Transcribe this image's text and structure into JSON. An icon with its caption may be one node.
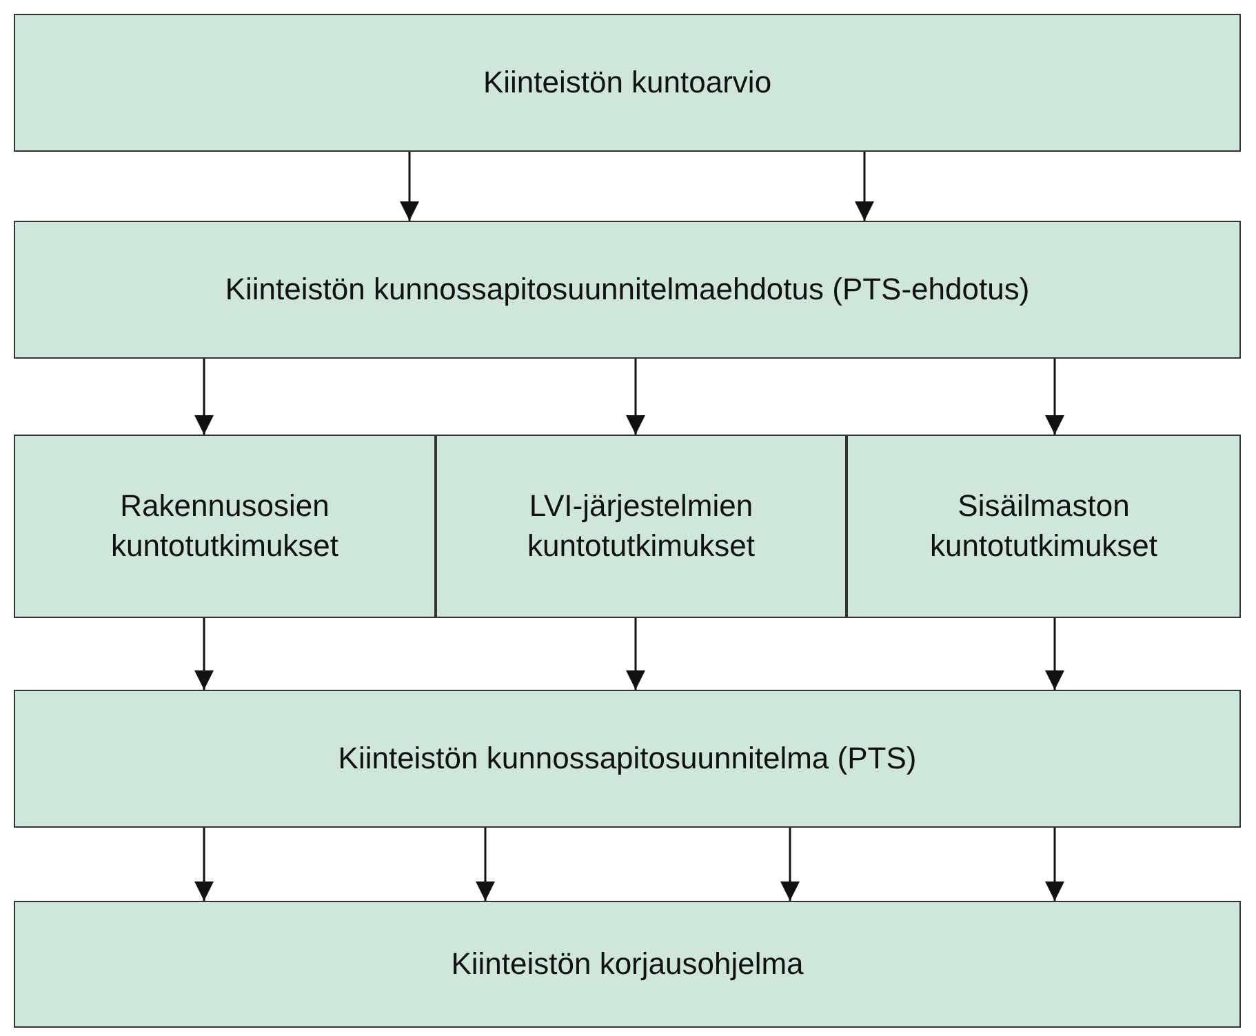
{
  "diagram": {
    "nodes": [
      {
        "text": [
          "Kiinteistön kuntoarvio"
        ]
      },
      {
        "text": [
          "Kiinteistön kunnossapitosuunnitelmaehdotus (PTS-ehdotus)"
        ]
      },
      {
        "text": [
          "Rakennusosien kuntotutkimukset"
        ]
      },
      {
        "text": [
          "LVI-järjestelmien kuntotutkimukset"
        ]
      },
      {
        "text": [
          "Sisäilmaston kuntotutkimukset"
        ]
      },
      {
        "text": [
          "Kiinteistön kunnossapitosuunnitelma (PTS)"
        ]
      },
      {
        "text": [
          "Kiinteistön korjausohjelma"
        ]
      }
    ],
    "edges": [
      {
        "from": 0,
        "to": 1,
        "arrow": "to"
      },
      {
        "from": 0,
        "to": 1,
        "arrow": "to"
      },
      {
        "from": 1,
        "to": 2,
        "arrow": "to"
      },
      {
        "from": 1,
        "to": 3,
        "arrow": "to"
      },
      {
        "from": 1,
        "to": 4,
        "arrow": "to"
      },
      {
        "from": 2,
        "to": 5,
        "arrow": "to"
      },
      {
        "from": 3,
        "to": 5,
        "arrow": "to"
      },
      {
        "from": 4,
        "to": 5,
        "arrow": "to"
      },
      {
        "from": 5,
        "to": 6,
        "arrow": "to"
      },
      {
        "from": 5,
        "to": 6,
        "arrow": "to"
      },
      {
        "from": 5,
        "to": 6,
        "arrow": "to"
      },
      {
        "from": 5,
        "to": 6,
        "arrow": "to"
      }
    ]
  }
}
